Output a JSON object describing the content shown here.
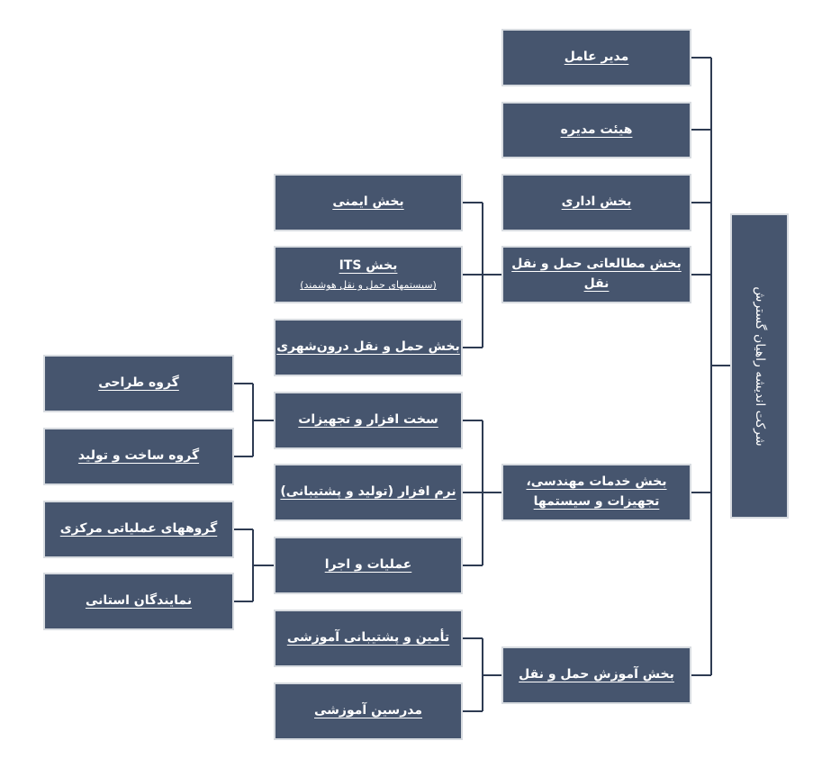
{
  "root": {
    "label": "شرکت اندیشه راهیان گسترش"
  },
  "level1": {
    "ceo": "مدیر عامل",
    "board": "هیئت مدیره",
    "admin": "بخش اداری",
    "studies": "بخش مطالعاتی حمل و نقل نقل",
    "engineering_line1": "بخش خدمات مهندسی،",
    "engineering_line2": "تجهیزات و سیستمها",
    "education": "بخش آموزش حمل و نقل"
  },
  "level2": {
    "safety": "بخش ایمنی",
    "its": "بخش ITS",
    "its_sub": "(سیستمهای حمل و نقل هوشمند)",
    "urban": "بخش حمل و نقل درون‌شهری",
    "hardware": "سخت افزار و تجهیزات",
    "software": "نرم افزار (تولید و پشتیبانی)",
    "operations": "عملیات و اجرا",
    "support": "تأمین و پشتیبانی آموزشی",
    "instructors": "مدرسین آموزشی"
  },
  "level3": {
    "design": "گروه طراحی",
    "manufacturing": "گروه ساخت و تولید",
    "central_ops": "گروههای عملیاتی مرکزی",
    "provincial": "نمایندگان استانی"
  },
  "colors": {
    "box": "#46556e",
    "border": "#d7dbe0",
    "line": "#2e3b52",
    "text": "#ffffff"
  }
}
